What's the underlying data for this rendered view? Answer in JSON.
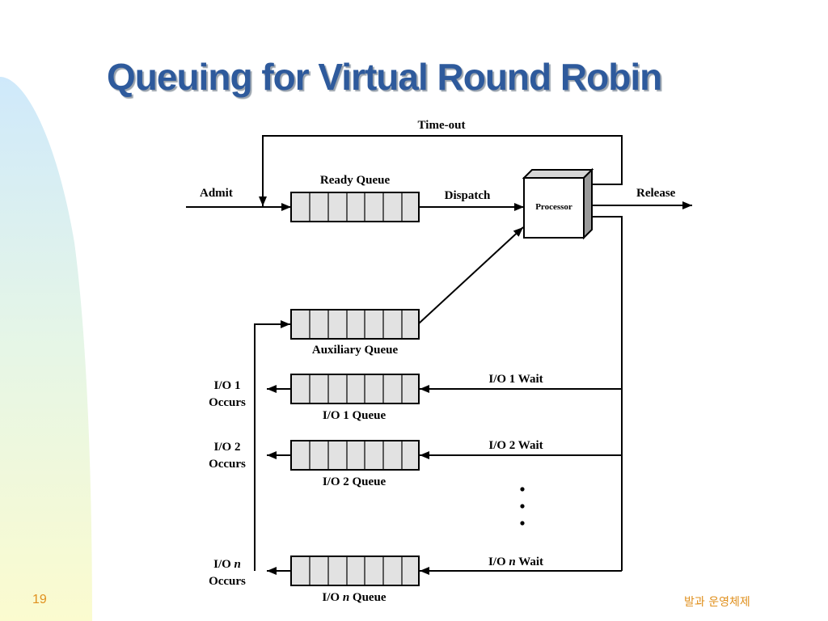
{
  "slide": {
    "title": "Queuing for Virtual Round Robin",
    "number": "19",
    "footer": "발과 운영체제"
  },
  "diagram": {
    "labels": {
      "timeout": "Time-out",
      "admit": "Admit",
      "ready_queue": "Ready Queue",
      "dispatch": "Dispatch",
      "processor": "Processor",
      "release": "Release",
      "auxiliary_queue": "Auxiliary Queue",
      "io1_occurs_line1": "I/O 1",
      "io1_occurs_line2": "Occurs",
      "io1_wait": "I/O 1 Wait",
      "io1_queue": "I/O 1 Queue",
      "io2_occurs_line1": "I/O 2",
      "io2_occurs_line2": "Occurs",
      "io2_wait": "I/O 2 Wait",
      "io2_queue": "I/O 2 Queue",
      "ion_occurs_prefix": "I/O ",
      "ion_occurs_var": "n",
      "ion_occurs_line2": "Occurs",
      "ion_wait_prefix": "I/O ",
      "ion_wait_var": "n",
      "ion_wait_suffix": " Wait",
      "ion_queue_prefix": "I/O ",
      "ion_queue_var": "n",
      "ion_queue_suffix": " Queue"
    }
  }
}
